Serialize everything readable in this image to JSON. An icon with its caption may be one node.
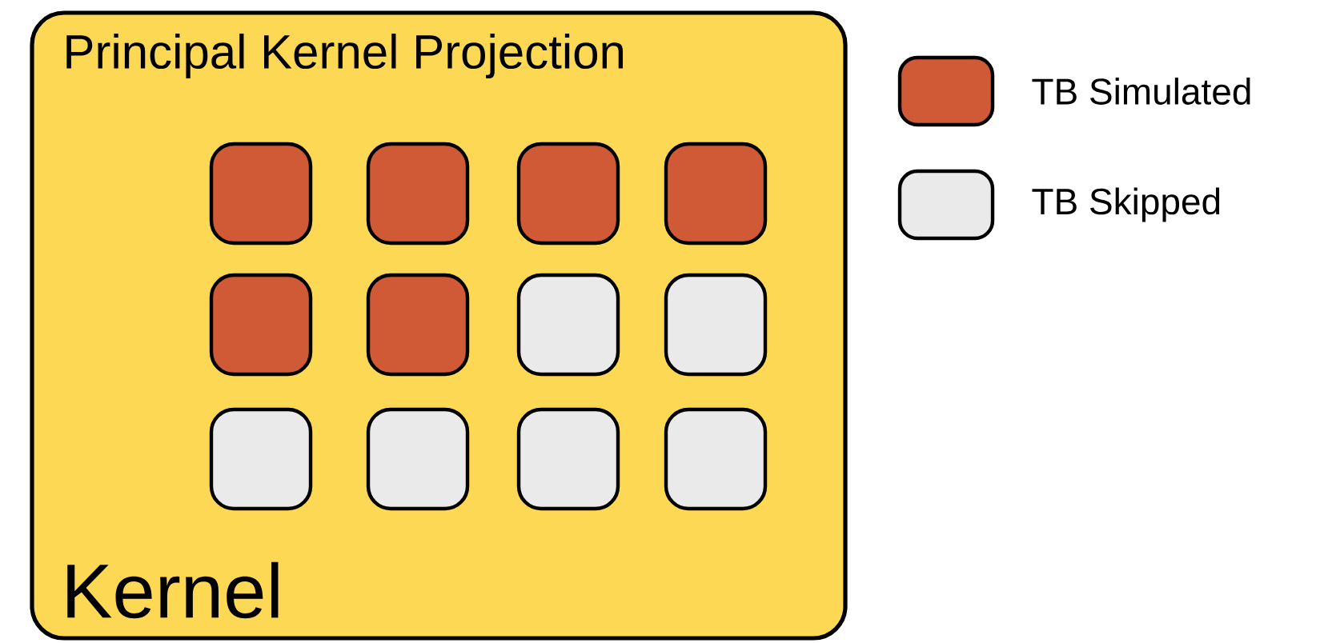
{
  "diagram": {
    "nodes": [
      {
        "text": [
          "Principal Kernel Projection",
          "Kernel"
        ]
      },
      {
        "text": [],
        "shape": "box",
        "in": 0
      },
      {
        "text": [],
        "shape": "box",
        "in": 0
      },
      {
        "text": [],
        "shape": "box",
        "in": 0
      },
      {
        "text": [],
        "shape": "box",
        "in": 0
      },
      {
        "text": [],
        "shape": "box",
        "in": 0
      },
      {
        "text": [],
        "shape": "box",
        "in": 0
      },
      {
        "text": [],
        "shape": "box",
        "in": 0
      },
      {
        "text": [],
        "shape": "box",
        "in": 0
      },
      {
        "text": [],
        "shape": "box",
        "in": 0
      },
      {
        "text": [],
        "shape": "box",
        "in": 0
      },
      {
        "text": [],
        "shape": "box",
        "in": 0
      },
      {
        "text": [],
        "shape": "box",
        "in": 0
      }
    ],
    "legend": [
      {
        "text": "TB Simulated",
        "color": "#d05a36"
      },
      {
        "text": "TB Skipped",
        "color": "#eaeaea"
      }
    ]
  }
}
